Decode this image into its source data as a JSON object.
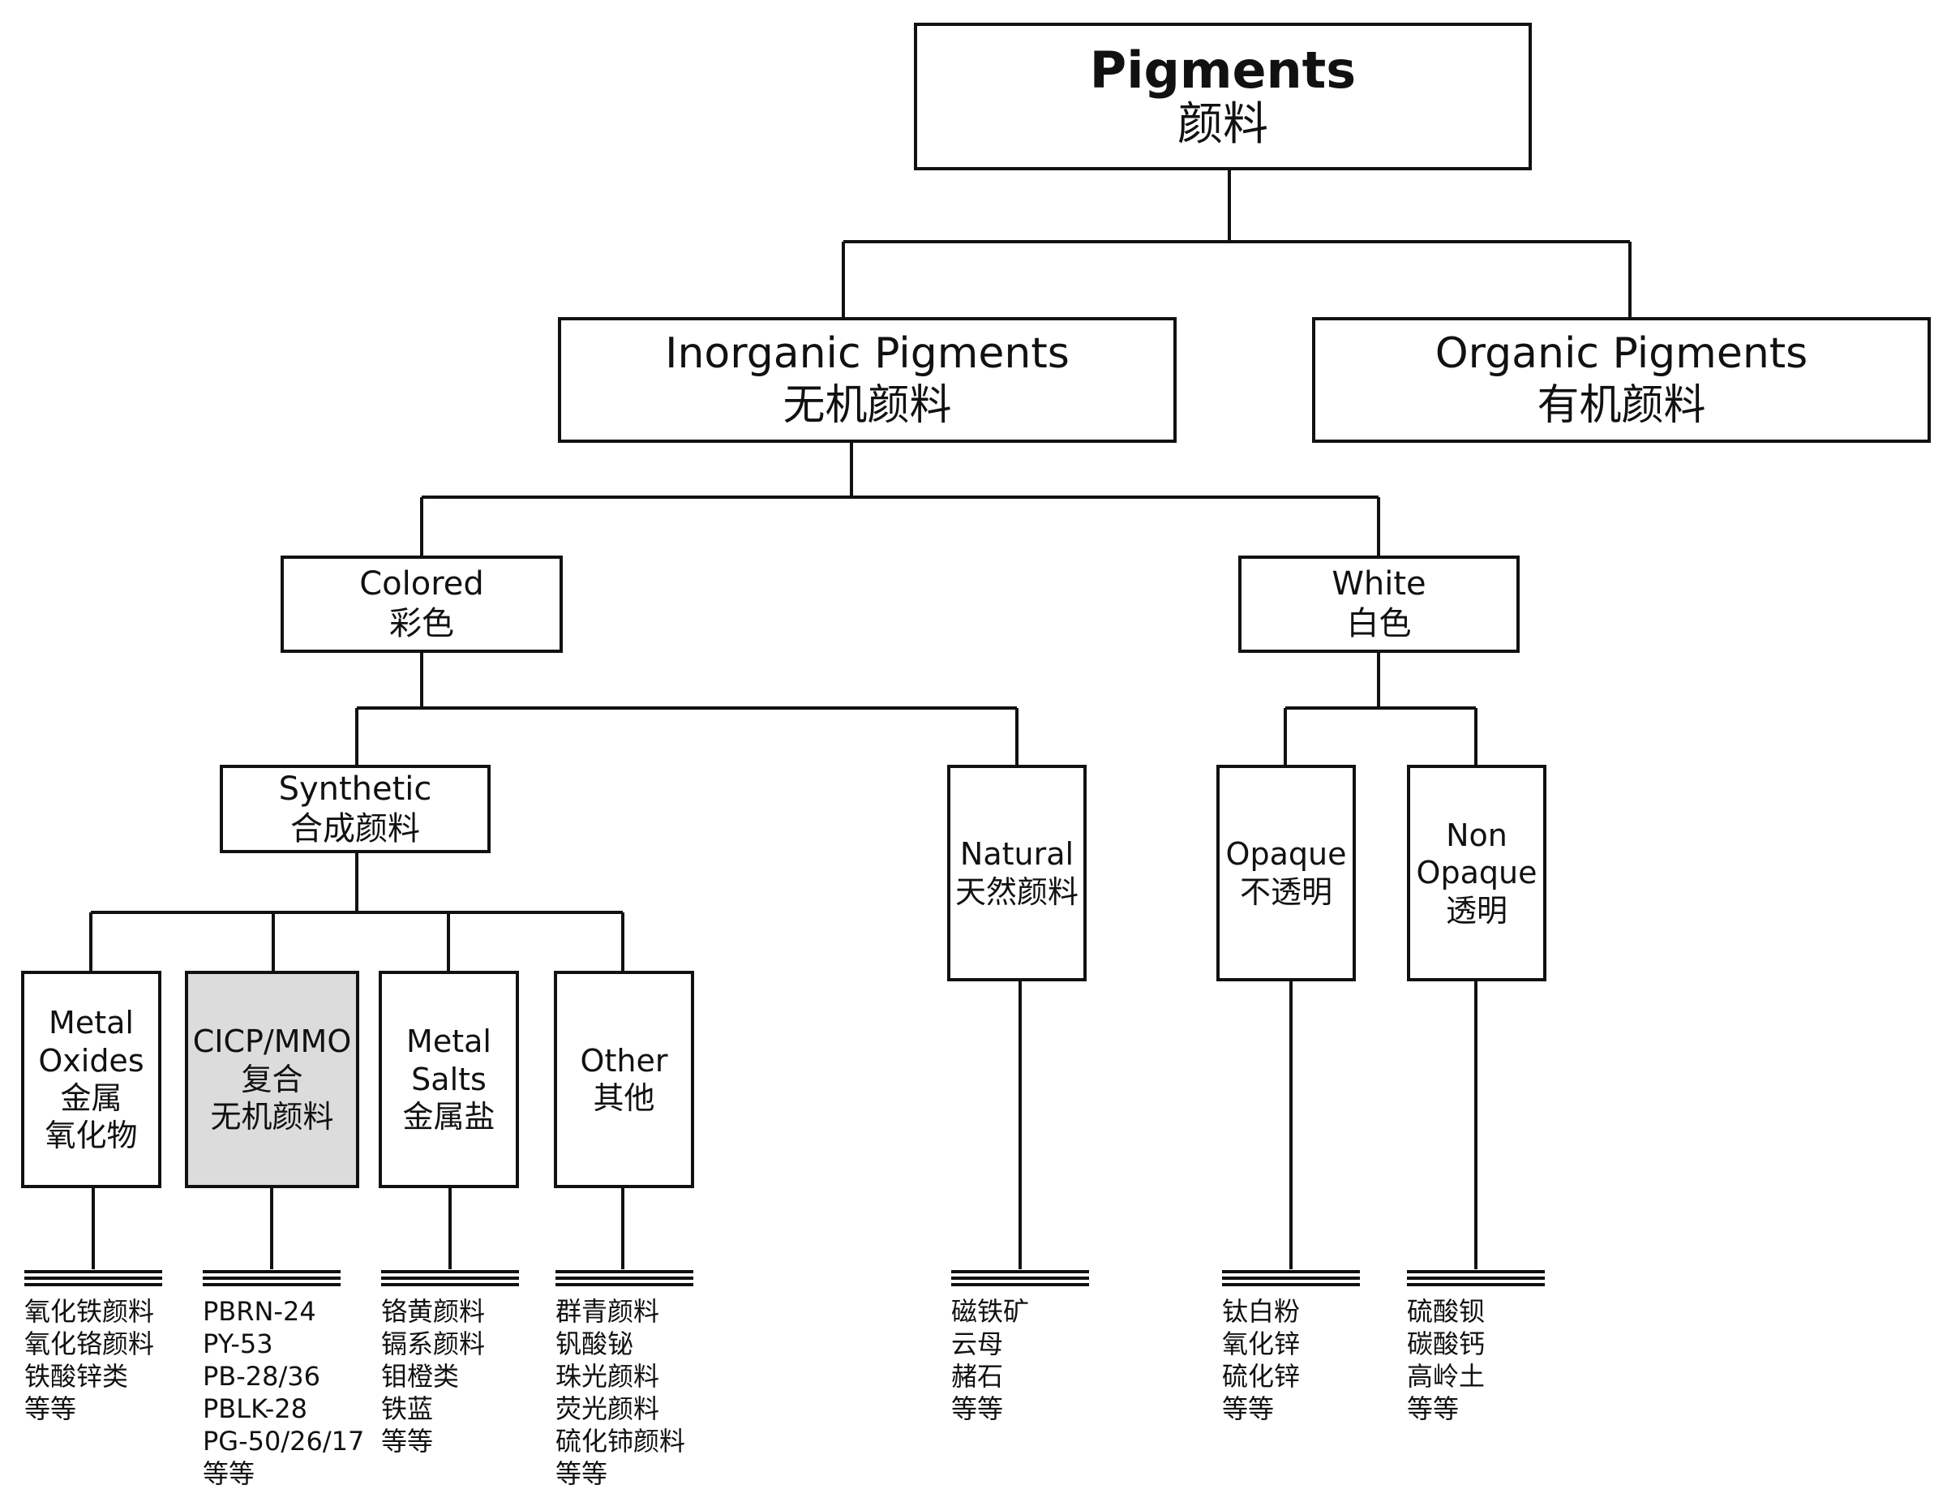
{
  "root": {
    "en": "Pigments",
    "zh": "颜料"
  },
  "inorganic": {
    "en": "Inorganic Pigments",
    "zh": "无机颜料"
  },
  "organic": {
    "en": "Organic Pigments",
    "zh": "有机颜料"
  },
  "colored": {
    "en": "Colored",
    "zh": "彩色"
  },
  "white": {
    "en": "White",
    "zh": "白色"
  },
  "synthetic": {
    "en": "Synthetic",
    "zh": "合成颜料"
  },
  "natural": {
    "en": "Natural",
    "zh": "天然颜料"
  },
  "opaque": {
    "en": "Opaque",
    "zh": "不透明"
  },
  "non_opaque": {
    "en": "Non\nOpaque",
    "zh": "透明"
  },
  "metal_oxides": {
    "en": "Metal\nOxides",
    "zh": "金属\n氧化物"
  },
  "cicp_mmo": {
    "en": "CICP/MMO",
    "zh": "复合\n无机颜料"
  },
  "metal_salts": {
    "en": "Metal\nSalts",
    "zh": "金属盐"
  },
  "other": {
    "en": "Other",
    "zh": "其他"
  },
  "examples": {
    "metal_oxides": [
      "氧化铁颜料",
      "氧化铬颜料",
      "铁酸锌类",
      "等等"
    ],
    "cicp_mmo": [
      "PBRN-24",
      "PY-53",
      "PB-28/36",
      "PBLK-28",
      "PG-50/26/17",
      "等等"
    ],
    "metal_salts": [
      "铬黄颜料",
      "镉系颜料",
      "钼橙类",
      "铁蓝",
      "等等"
    ],
    "other": [
      "群青颜料",
      "钒酸铋",
      "珠光颜料",
      "荧光颜料",
      "硫化铈颜料",
      "等等"
    ],
    "natural": [
      "磁铁矿",
      "云母",
      "赭石",
      "等等"
    ],
    "opaque": [
      "钛白粉",
      "氧化锌",
      "硫化锌",
      "等等"
    ],
    "non_opaque": [
      "硫酸钡",
      "碳酸钙",
      "高岭土",
      "等等"
    ]
  },
  "colors": {
    "line": "#111111",
    "highlight_fill": "#dcdcdc"
  }
}
